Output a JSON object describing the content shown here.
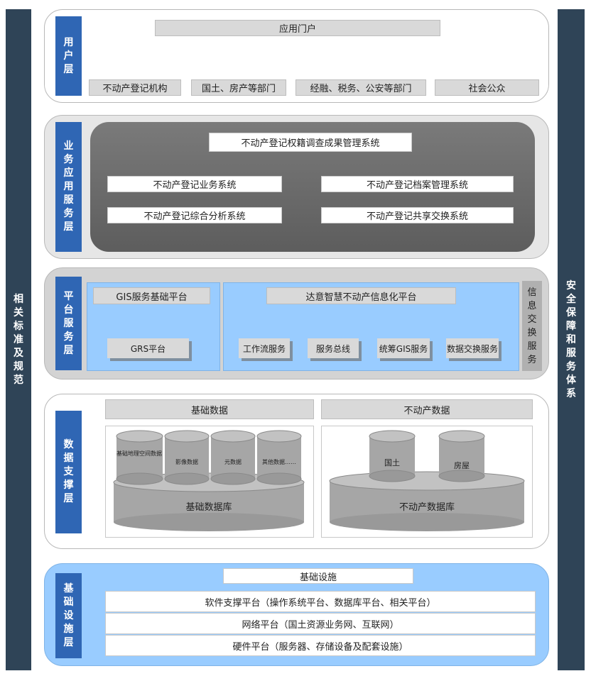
{
  "sides": {
    "left": "相关标准及规范",
    "right": "安全保障和服务体系"
  },
  "user_layer": {
    "label": "用户层",
    "portal": "应用门户",
    "groups": [
      "不动产登记机构",
      "国土、房产等部门",
      "经融、税务、公安等部门",
      "社会公众"
    ]
  },
  "business_layer": {
    "label": "业务应用服务层",
    "top": "不动产登记权籍调查成果管理系统",
    "systems": [
      "不动产登记业务系统",
      "不动产登记档案管理系统",
      "不动产登记综合分析系统",
      "不动产登记共享交换系统"
    ]
  },
  "platform_layer": {
    "label": "平台服务层",
    "gis_title": "GIS服务基础平台",
    "grs": "GRS平台",
    "dayi_title": "达意智慧不动产信息化平台",
    "services": [
      "工作流服务",
      "服务总线",
      "统筹GIS服务",
      "数据交换服务"
    ],
    "exchange": "信息交换服务"
  },
  "data_layer": {
    "label": "数据支撑层",
    "basic_title": "基础数据",
    "estate_title": "不动产数据",
    "basic_items": [
      "基础地理空间数据",
      "影像数据",
      "元数据",
      "其他数据……"
    ],
    "basic_db": "基础数据库",
    "estate_items": [
      "国土",
      "房屋"
    ],
    "estate_db": "不动产数据库"
  },
  "infra_layer": {
    "label": "基础设施层",
    "title": "基础设施",
    "rows": [
      "软件支撑平台（操作系统平台、数据库平台、相关平台）",
      "网络平台（国土资源业务网、互联网）",
      "硬件平台（服务器、存储设备及配套设施）"
    ]
  }
}
